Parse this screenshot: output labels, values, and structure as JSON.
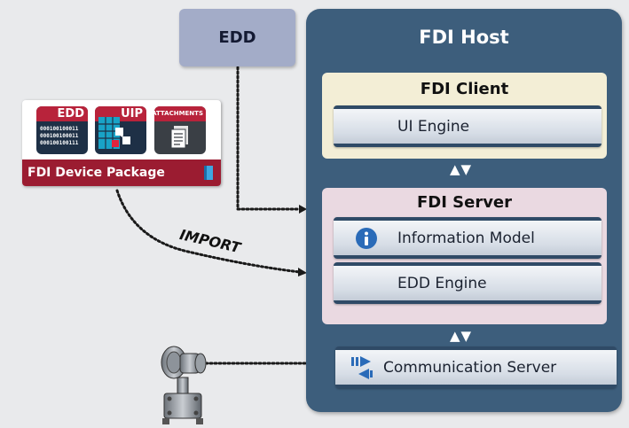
{
  "edd_box": {
    "label": "EDD"
  },
  "fdi_host": {
    "title": "FDI Host",
    "client": {
      "title": "FDI Client",
      "ui_engine": "UI Engine"
    },
    "server": {
      "title": "FDI Server",
      "information_model": "Information Model",
      "edd_engine": "EDD Engine"
    },
    "communication_server": "Communication Server",
    "connector_arrows": "▲▼"
  },
  "device_package": {
    "label": "FDI Device Package",
    "tiles": {
      "edd": "EDD",
      "edd_binary": [
        "000100100011",
        "000100100011",
        "000100100111"
      ],
      "uip": "UIP",
      "attachments": "ATTACHMENTS"
    }
  },
  "import_label": "IMPORT",
  "colors": {
    "host": "#3d5e7c",
    "package_bar": "#9b1c31",
    "edd_box": "#a3acc8",
    "client": "#f3eed6",
    "server": "#ead9e1"
  },
  "icons": [
    "info-icon",
    "exchange-arrows-icon",
    "document-stack-icon",
    "field-transmitter-icon",
    "book-icon"
  ]
}
